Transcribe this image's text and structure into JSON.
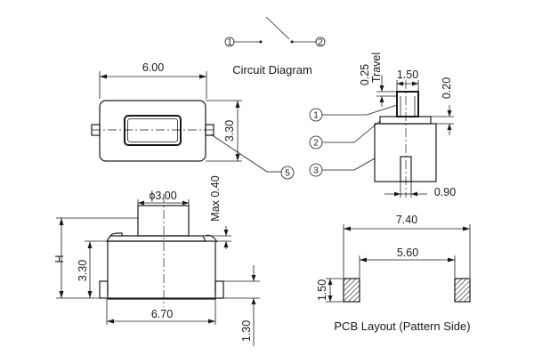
{
  "captions": {
    "circuit": "Circuit Diagram",
    "pcb": "PCB Layout (Pattern Side)"
  },
  "callouts": {
    "c1": "1",
    "c2": "2",
    "c3": "3",
    "c5": "5"
  },
  "dimensions": {
    "top_width": "6.00",
    "top_height": "3.30",
    "side_travel": "0.25",
    "side_travel_label": "Travel",
    "side_stem_width": "1.50",
    "side_offset": "0.20",
    "side_pin": "0.90",
    "front_diameter": "ϕ3.00",
    "front_max": "Max 0.40",
    "front_h": "H",
    "front_height": "3.30",
    "front_width": "6.70",
    "front_lead": "1.30",
    "pcb_outer": "7.40",
    "pcb_inner": "5.60",
    "pcb_pad": "1.50"
  },
  "colors": {
    "line": "#1a1a1a",
    "background": "#ffffff"
  }
}
